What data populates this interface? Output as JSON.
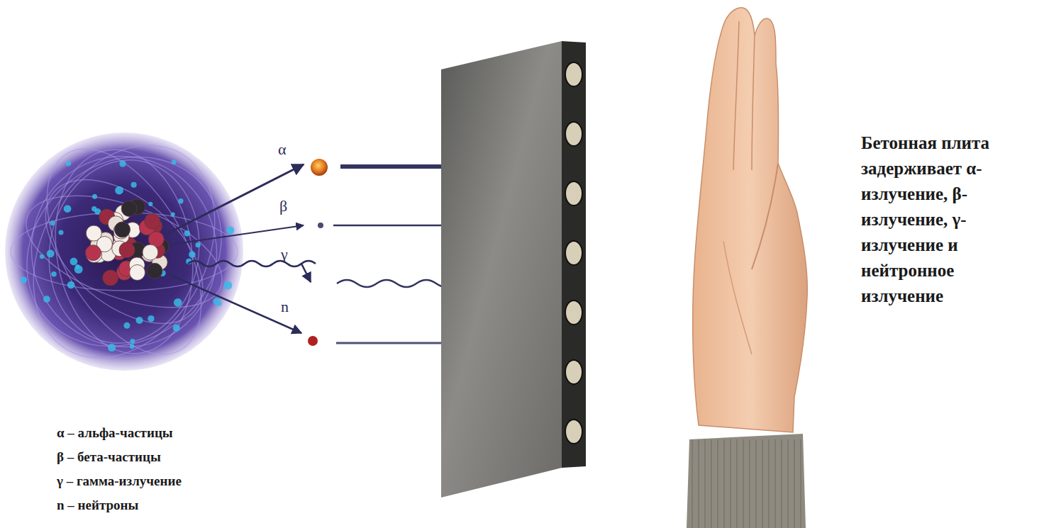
{
  "diagram": {
    "labels": [
      "α",
      "β",
      "γ",
      "n",
      "Бетонная плита задерживает α-излучение, β-излучение, γ-излучение и нейтронное излучение",
      "α – альфа-частицы",
      "β – бета-частицы",
      "γ – гамма-излучение",
      "n – нейтроны"
    ]
  }
}
